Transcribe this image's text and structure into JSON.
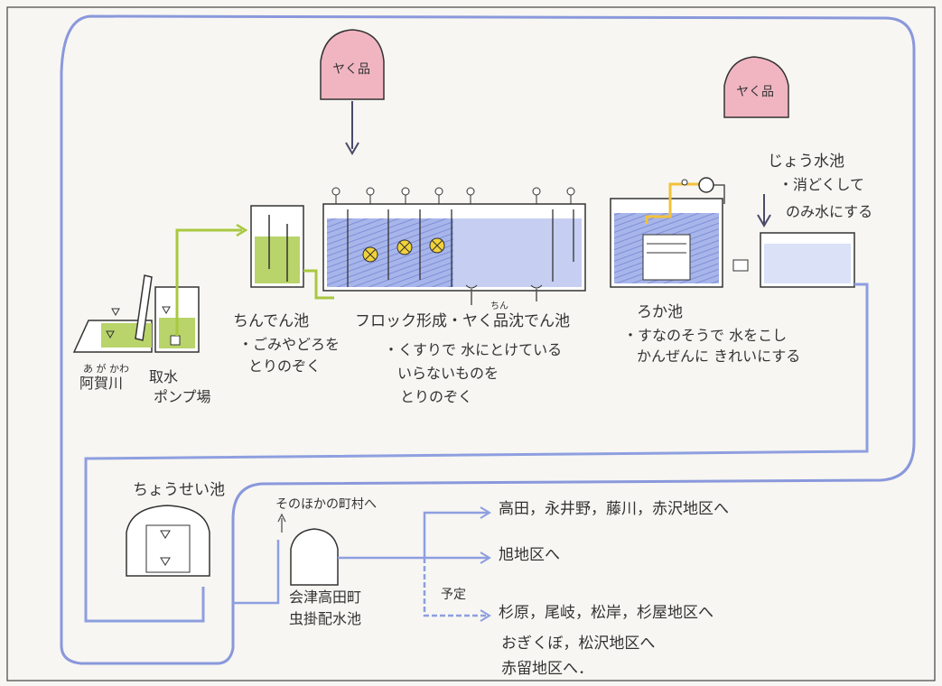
{
  "chemical_top": "ヤく品",
  "chemical_right": "ヤく品",
  "source": {
    "furigana": "あ が かわ",
    "name": "阿賀川"
  },
  "intake": {
    "line1": "取水",
    "line2": "ポンプ場"
  },
  "settling": {
    "title": "ちんでん池",
    "desc1": "・ごみやどろを",
    "desc2": "とりのぞく"
  },
  "floc": {
    "title": "フロック形成・ヤく品沈でん池",
    "title_ruby": "ちん",
    "desc1": "・くすりで 水にとけている",
    "desc2": "いらないものを",
    "desc3": "とりのぞく"
  },
  "filter": {
    "title": "ろか池",
    "desc1": "・すなのそうで 水をこし",
    "desc2": "かんぜんに きれいにする"
  },
  "clean_pool": {
    "title": "じょう水池",
    "desc1": "・消どくして",
    "desc2": "のみ水にする"
  },
  "regulating": {
    "title": "ちょうせい池"
  },
  "other_towns": "そのほかの町村へ",
  "distribution": {
    "line1": "会津高田町",
    "line2": "虫掛配水池"
  },
  "planned": "予定",
  "dest1": "高田，永井野，藤川，赤沢地区へ",
  "dest2": "旭地区へ",
  "dest3": "杉原，尾岐，松岸，杉屋地区へ",
  "dest4": "おぎくぼ，松沢地区へ",
  "dest5": "赤留地区へ．",
  "colors": {
    "pipe": "#8e9fe0",
    "green": "#a9c840",
    "tank": "#6f7fc8",
    "pink": "#eea3b4",
    "yellow": "#f2d23a"
  }
}
